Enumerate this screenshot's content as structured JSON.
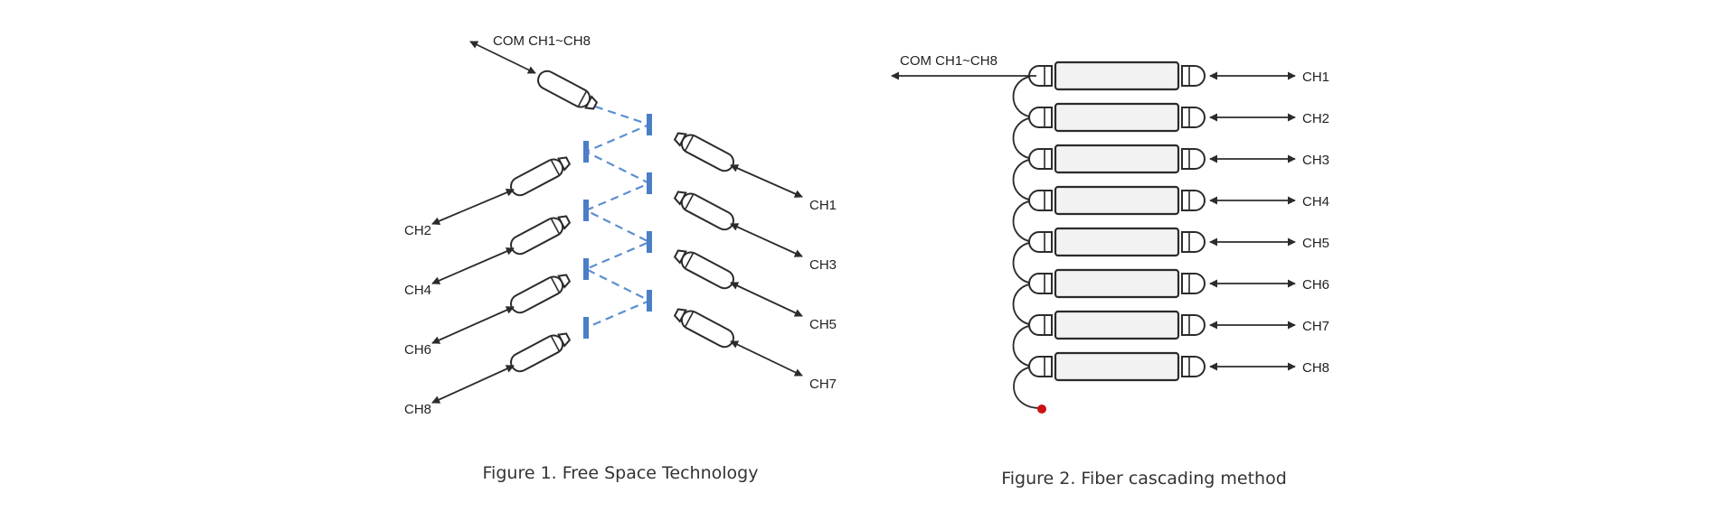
{
  "figure1": {
    "com_label": "COM CH1~CH8",
    "caption": "Figure 1. Free Space Technology",
    "right_channels": [
      "CH1",
      "CH3",
      "CH5",
      "CH7"
    ],
    "left_channels": [
      "CH2",
      "CH4",
      "CH6",
      "CH8"
    ]
  },
  "figure2": {
    "com_label": "COM CH1~CH8",
    "caption": "Figure 2. Fiber cascading method",
    "channels": [
      "CH1",
      "CH2",
      "CH3",
      "CH4",
      "CH5",
      "CH6",
      "CH7",
      "CH8"
    ],
    "end_marker_color": "#cc1111"
  },
  "colors": {
    "line": "#2b2b2b",
    "beam": "#5b8fd0",
    "filter": "#4a7fc8"
  }
}
